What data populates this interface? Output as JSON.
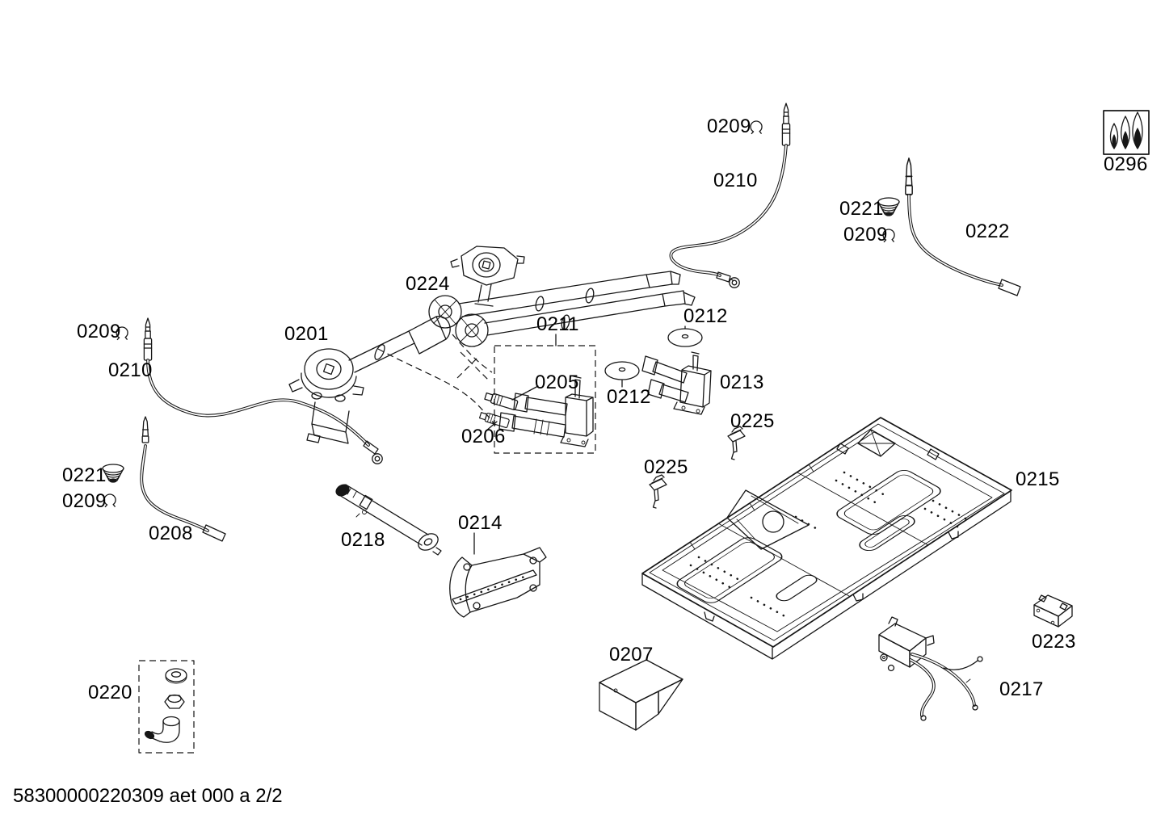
{
  "diagram": {
    "title": "exploded-parts-diagram",
    "footer_text": "58300000220309 aet 000 a 2/2"
  },
  "labels": [
    "0209",
    "0210",
    "0208",
    "0221",
    "0209",
    "0220",
    "0218",
    "0214",
    "0201",
    "0224",
    "0211",
    "0205",
    "0206",
    "0212",
    "0212",
    "0213",
    "0225",
    "0225",
    "0215",
    "0207",
    "0217",
    "0223",
    "0209",
    "0210",
    "0221",
    "0209",
    "0222",
    "0296"
  ],
  "icons": {
    "flame_icon": "three-flame-symbol",
    "c_clip_icon": "retaining-ring",
    "cone_icon": "burner-spring-cone"
  },
  "colors": {
    "background": "#ffffff",
    "line": "#161616",
    "text": "#000000"
  }
}
